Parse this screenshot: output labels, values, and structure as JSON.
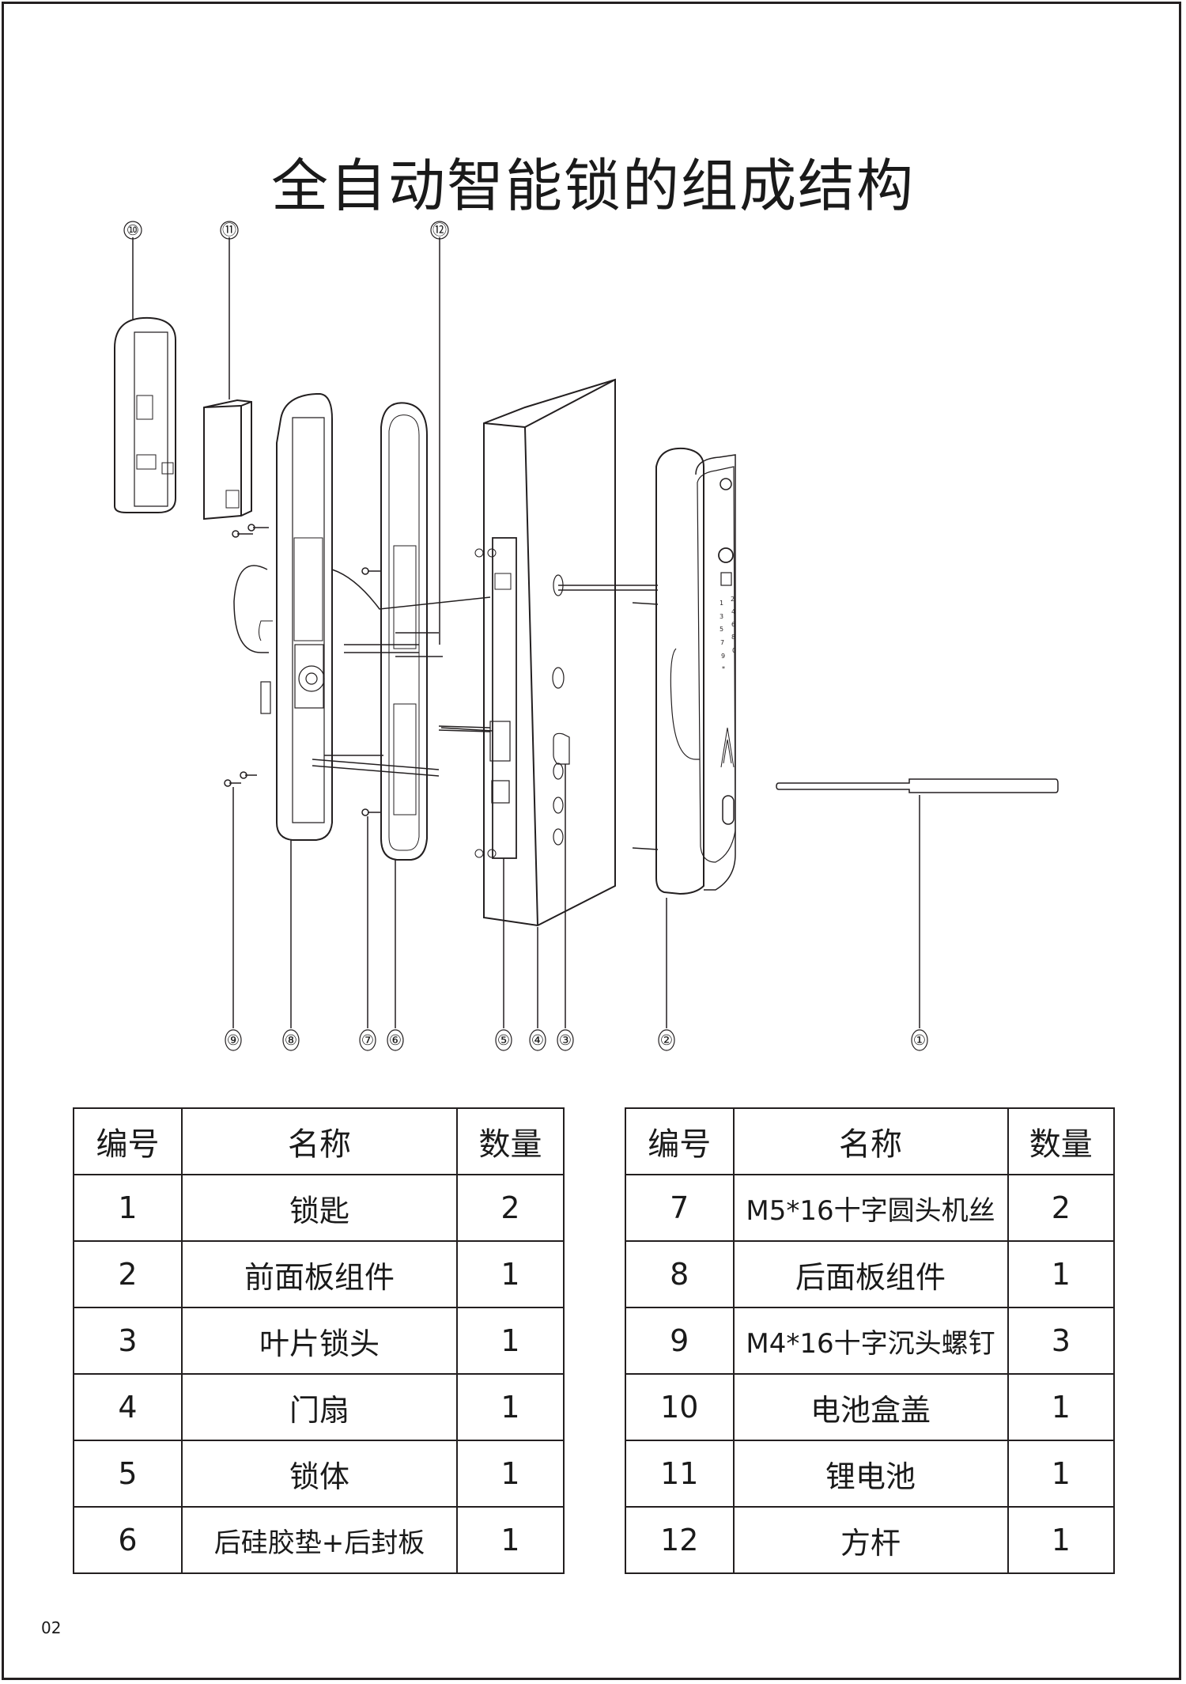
{
  "page": {
    "title": "全自动智能锁的组成结构",
    "page_number": "02"
  },
  "diagram": {
    "callouts_top": [
      "⑩",
      "⑪",
      "⑫"
    ],
    "callouts_bottom": [
      "⑨",
      "⑧",
      "⑦",
      "⑥",
      "⑤",
      "④",
      "③",
      "②",
      "①"
    ],
    "keypad_digits": [
      "1",
      "2",
      "3",
      "4",
      "5",
      "6",
      "7",
      "8",
      "9",
      "0",
      "*"
    ]
  },
  "table_headers": {
    "number": "编号",
    "name": "名称",
    "quantity": "数量"
  },
  "parts_left": [
    {
      "no": "1",
      "name": "锁匙",
      "qty": "2"
    },
    {
      "no": "2",
      "name": "前面板组件",
      "qty": "1"
    },
    {
      "no": "3",
      "name": "叶片锁头",
      "qty": "1"
    },
    {
      "no": "4",
      "name": "门扇",
      "qty": "1"
    },
    {
      "no": "5",
      "name": "锁体",
      "qty": "1"
    },
    {
      "no": "6",
      "name": "后硅胶垫+后封板",
      "qty": "1"
    }
  ],
  "parts_right": [
    {
      "no": "7",
      "name": "M5*16十字圆头机丝",
      "qty": "2"
    },
    {
      "no": "8",
      "name": "后面板组件",
      "qty": "1"
    },
    {
      "no": "9",
      "name": "M4*16十字沉头螺钉",
      "qty": "3"
    },
    {
      "no": "10",
      "name": "电池盒盖",
      "qty": "1"
    },
    {
      "no": "11",
      "name": "锂电池",
      "qty": "1"
    },
    {
      "no": "12",
      "name": "方杆",
      "qty": "1"
    }
  ]
}
